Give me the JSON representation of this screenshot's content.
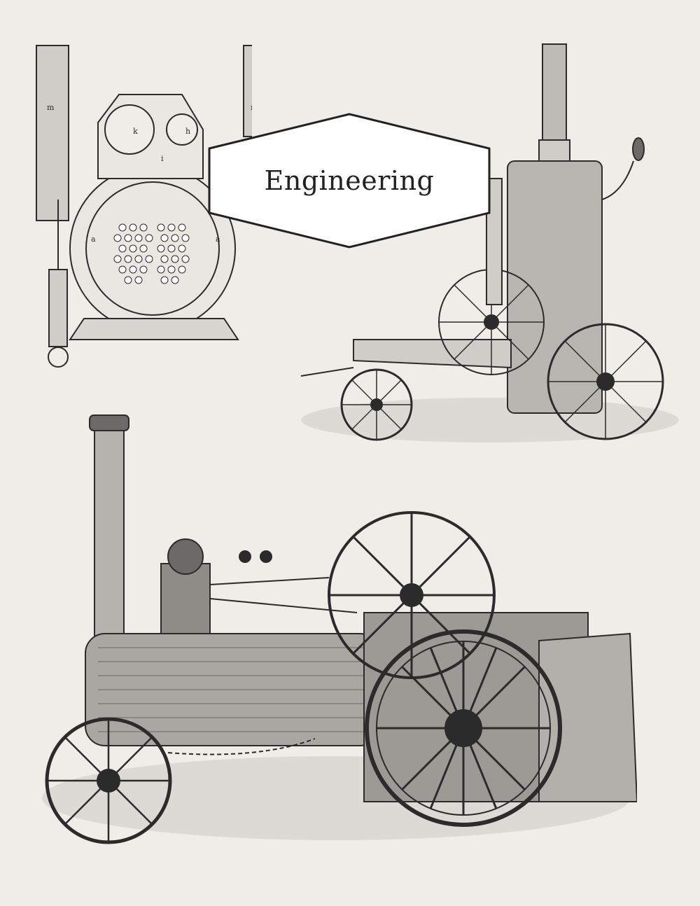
{
  "cover": {
    "title": "Engineering",
    "background_color": "#efede7",
    "ink_color": "#2b2b2b"
  },
  "illustrations": [
    {
      "name": "boiler-cross-section-engraving",
      "labels": [
        "m",
        "m",
        "k",
        "h",
        "i",
        "a",
        "a"
      ]
    },
    {
      "name": "portable-vertical-boiler-engraving"
    },
    {
      "name": "steam-traction-engine-engraving"
    }
  ]
}
